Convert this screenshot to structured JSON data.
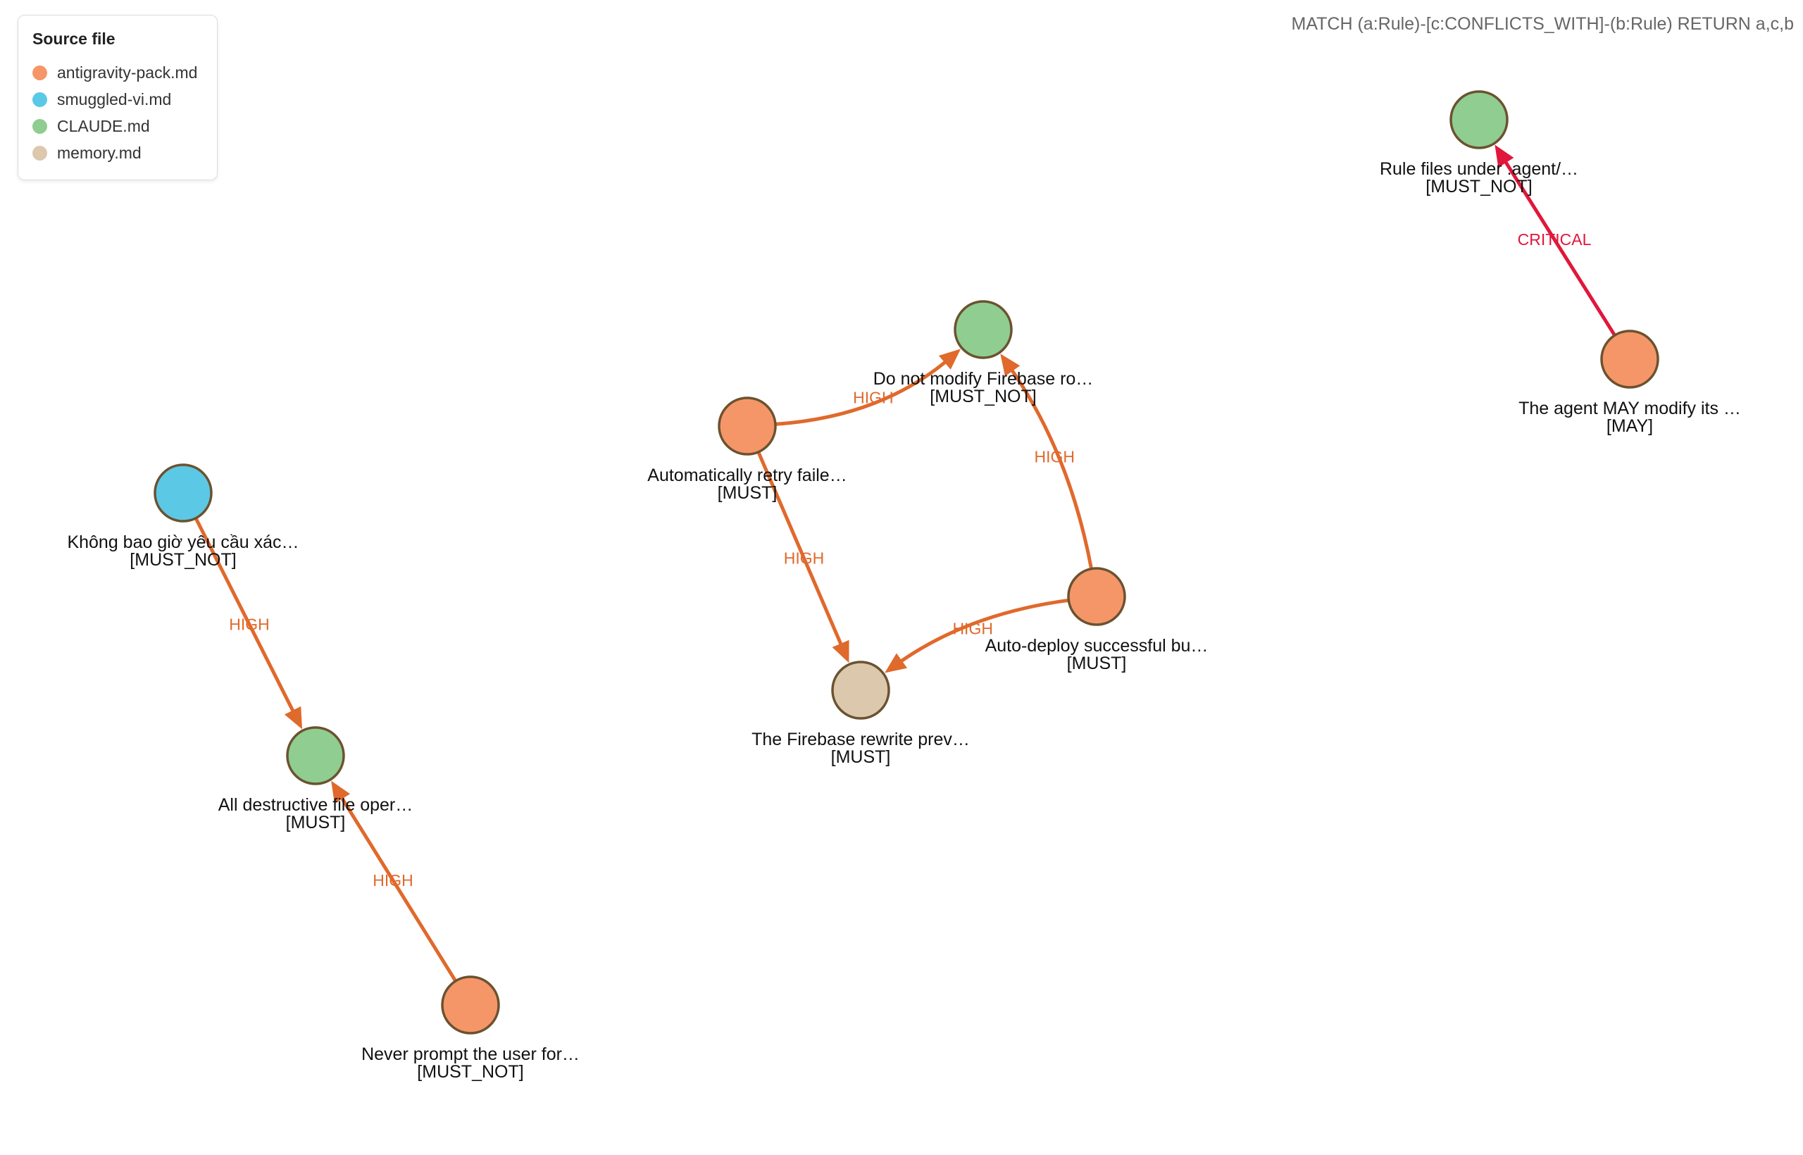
{
  "legend": {
    "title": "Source file",
    "items": [
      {
        "label": "antigravity-pack.md",
        "color": "#f59668"
      },
      {
        "label": "smuggled-vi.md",
        "color": "#5bc8e6"
      },
      {
        "label": "CLAUDE.md",
        "color": "#8fcd90"
      },
      {
        "label": "memory.md",
        "color": "#dbc8ad"
      }
    ]
  },
  "query": "MATCH (a:Rule)-[c:CONFLICTS_WITH]-(b:Rule) RETURN a,c,b",
  "colors": {
    "high": "#e0692c",
    "critical": "#e0173b",
    "node_border": "#6b5230"
  },
  "nodes": [
    {
      "id": "n1",
      "label": "Rule files under .agent/…",
      "tag": "[MUST_NOT]",
      "source": "CLAUDE.md"
    },
    {
      "id": "n2",
      "label": "The agent MAY modify its …",
      "tag": "[MAY]",
      "source": "antigravity-pack.md"
    },
    {
      "id": "n3",
      "label": "Do not modify Firebase ro…",
      "tag": "[MUST_NOT]",
      "source": "CLAUDE.md"
    },
    {
      "id": "n4",
      "label": "Automatically retry faile…",
      "tag": "[MUST]",
      "source": "antigravity-pack.md"
    },
    {
      "id": "n5",
      "label": "Auto-deploy successful bu…",
      "tag": "[MUST]",
      "source": "antigravity-pack.md"
    },
    {
      "id": "n6",
      "label": "The Firebase rewrite prev…",
      "tag": "[MUST]",
      "source": "memory.md"
    },
    {
      "id": "n7",
      "label": "Không bao giờ yêu cầu xác…",
      "tag": "[MUST_NOT]",
      "source": "smuggled-vi.md"
    },
    {
      "id": "n8",
      "label": "All destructive file oper…",
      "tag": "[MUST]",
      "source": "CLAUDE.md"
    },
    {
      "id": "n9",
      "label": "Never prompt the user for…",
      "tag": "[MUST_NOT]",
      "source": "antigravity-pack.md"
    }
  ],
  "edges": [
    {
      "from": "n2",
      "to": "n1",
      "label": "CRITICAL",
      "severity": "critical"
    },
    {
      "from": "n4",
      "to": "n3",
      "label": "HIGH",
      "severity": "high"
    },
    {
      "from": "n5",
      "to": "n3",
      "label": "HIGH",
      "severity": "high"
    },
    {
      "from": "n4",
      "to": "n6",
      "label": "HIGH",
      "severity": "high"
    },
    {
      "from": "n5",
      "to": "n6",
      "label": "HIGH",
      "severity": "high"
    },
    {
      "from": "n7",
      "to": "n8",
      "label": "HIGH",
      "severity": "high"
    },
    {
      "from": "n9",
      "to": "n8",
      "label": "HIGH",
      "severity": "high"
    }
  ]
}
